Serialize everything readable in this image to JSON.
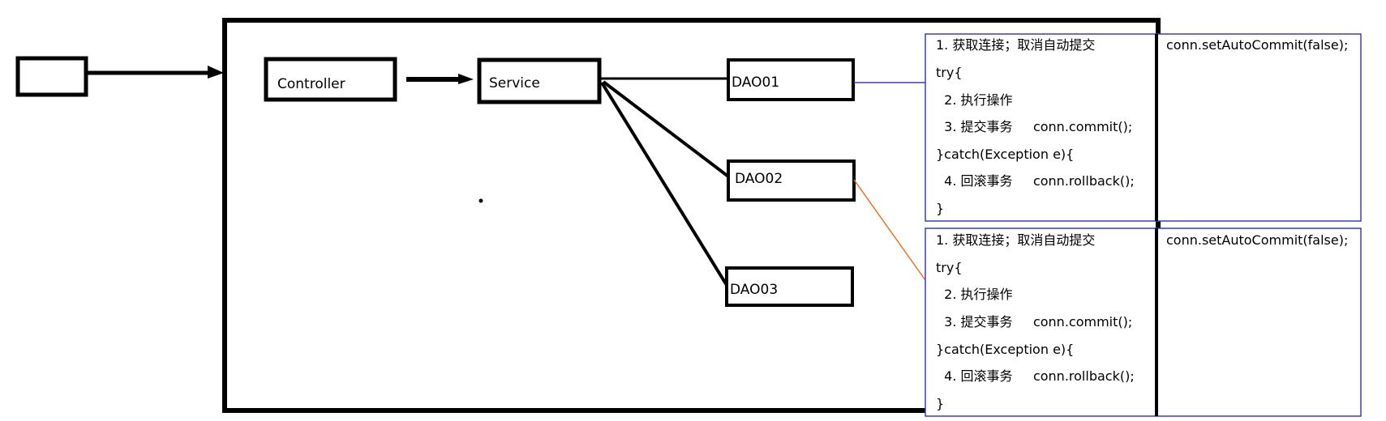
{
  "diagram": {
    "nodes": {
      "controller": "Controller",
      "service": "Service",
      "dao01": "DAO01",
      "dao02": "DAO02",
      "dao03": "DAO03"
    },
    "transaction_notes": [
      {
        "lines": [
          "1. 获取连接；取消自动提交",
          "try{",
          "  2. 执行操作",
          "  3. 提交事务     conn.commit();",
          "}catch(Exception e){",
          "  4. 回滚事务     conn.rollback();",
          "}"
        ],
        "side": "conn.setAutoCommit(false);",
        "connector_color": "#3a3ad0"
      },
      {
        "lines": [
          "1. 获取连接；取消自动提交",
          "try{",
          "  2. 执行操作",
          "  3. 提交事务     conn.commit();",
          "}catch(Exception e){",
          "  4. 回滚事务     conn.rollback();",
          "}"
        ],
        "side": "conn.setAutoCommit(false);",
        "connector_color": "#f07020"
      }
    ],
    "colors": {
      "stroke": "#000000",
      "note_border": "#3a3ad0"
    }
  }
}
